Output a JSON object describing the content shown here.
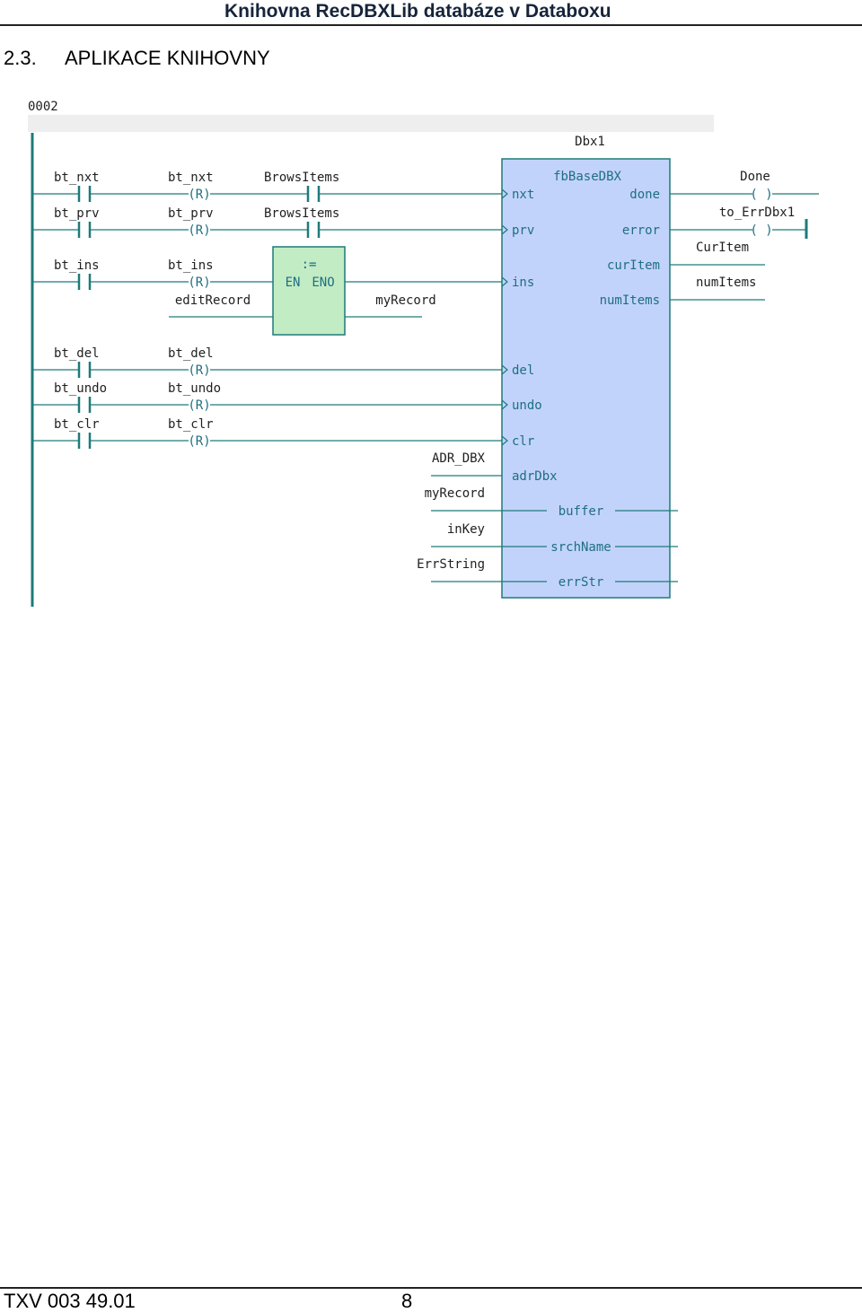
{
  "header": {
    "title": "Knihovna RecDBXLib databáze v Databoxu"
  },
  "section": {
    "number": "2.3.",
    "title": "APLIKACE KNIHOVNY"
  },
  "diagram": {
    "network_number": "0002",
    "instance_name": "Dbx1",
    "fb_type": "fbBaseDBX",
    "contacts": [
      {
        "id": "bt_nxt",
        "label": "bt_nxt",
        "reset_label": "bt_nxt",
        "second_contact": "BrowsItems"
      },
      {
        "id": "bt_prv",
        "label": "bt_prv",
        "reset_label": "bt_prv",
        "second_contact": "BrowsItems"
      },
      {
        "id": "bt_ins",
        "label": "bt_ins",
        "reset_label": "bt_ins"
      },
      {
        "id": "bt_del",
        "label": "bt_del",
        "reset_label": "bt_del"
      },
      {
        "id": "bt_undo",
        "label": "bt_undo",
        "reset_label": "bt_undo"
      },
      {
        "id": "bt_clr",
        "label": "bt_clr",
        "reset_label": "bt_clr"
      }
    ],
    "coil_symbol": "(R)",
    "move_block": {
      "op": ":=",
      "en": "EN",
      "eno": "ENO",
      "input": "editRecord",
      "output": "myRecord"
    },
    "fb_inputs": [
      "nxt",
      "prv",
      "ins",
      "del",
      "undo",
      "clr",
      "adrDbx"
    ],
    "fb_outputs": [
      "done",
      "error",
      "curItem",
      "numItems"
    ],
    "fb_inouts": [
      "buffer",
      "srchName",
      "errStr"
    ],
    "input_vars": [
      "ADR_DBX",
      "myRecord",
      "inKey",
      "ErrString"
    ],
    "output_vars": {
      "done_coil": "Done",
      "error_coil": "to_ErrDbx1",
      "curItem_var": "CurItem",
      "numItems_var": "numItems"
    }
  },
  "footer": {
    "doc_id": "TXV 003 49.01",
    "page": "8"
  }
}
